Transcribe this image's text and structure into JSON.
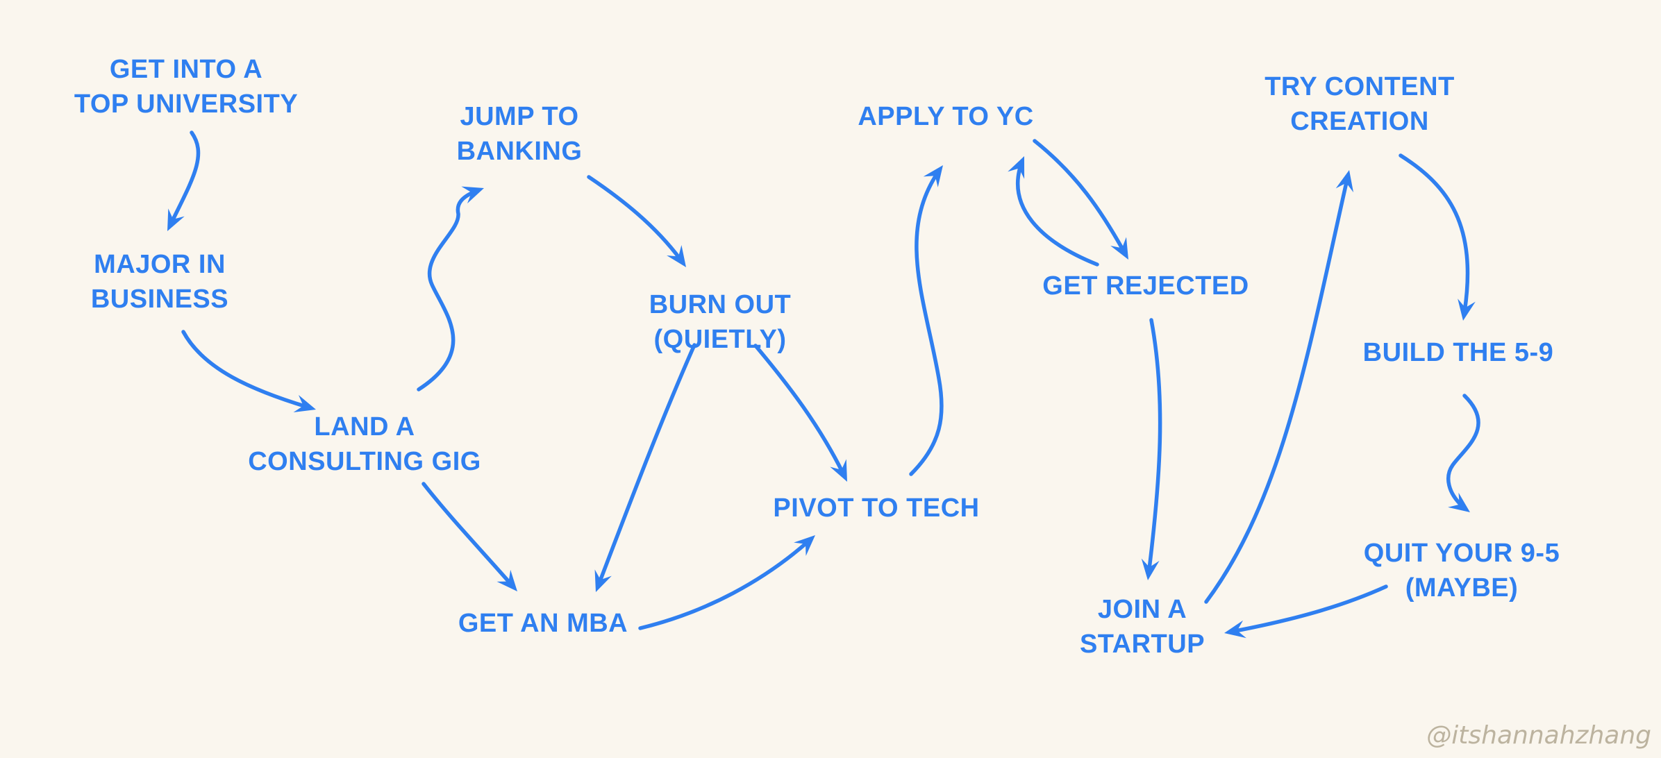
{
  "colors": {
    "accent": "#2f7ff0",
    "background": "#faf6ee",
    "watermark": "#bcb39f"
  },
  "nodes": [
    {
      "id": "university",
      "lines": [
        "GET INTO A",
        "TOP UNIVERSITY"
      ]
    },
    {
      "id": "business",
      "lines": [
        "MAJOR IN",
        "BUSINESS"
      ]
    },
    {
      "id": "consulting",
      "lines": [
        "LAND A",
        "CONSULTING GIG"
      ]
    },
    {
      "id": "banking",
      "lines": [
        "JUMP TO",
        "BANKING"
      ]
    },
    {
      "id": "burnout",
      "lines": [
        "BURN OUT",
        "(QUIETLY)"
      ]
    },
    {
      "id": "mba",
      "lines": [
        "GET AN MBA"
      ]
    },
    {
      "id": "tech",
      "lines": [
        "PIVOT TO TECH"
      ]
    },
    {
      "id": "yc",
      "lines": [
        "APPLY TO YC"
      ]
    },
    {
      "id": "rejected",
      "lines": [
        "GET REJECTED"
      ]
    },
    {
      "id": "startup",
      "lines": [
        "JOIN A",
        "STARTUP"
      ]
    },
    {
      "id": "content",
      "lines": [
        "TRY CONTENT",
        "CREATION"
      ]
    },
    {
      "id": "fivenine",
      "lines": [
        "BUILD THE 5-9"
      ]
    },
    {
      "id": "quit",
      "lines": [
        "QUIT YOUR 9-5",
        "(MAYBE)"
      ]
    }
  ],
  "edges": [
    {
      "from": "university",
      "to": "business"
    },
    {
      "from": "business",
      "to": "consulting"
    },
    {
      "from": "consulting",
      "to": "banking"
    },
    {
      "from": "consulting",
      "to": "mba"
    },
    {
      "from": "banking",
      "to": "burnout"
    },
    {
      "from": "burnout",
      "to": "mba"
    },
    {
      "from": "burnout",
      "to": "tech"
    },
    {
      "from": "mba",
      "to": "tech"
    },
    {
      "from": "tech",
      "to": "yc"
    },
    {
      "from": "yc",
      "to": "rejected"
    },
    {
      "from": "rejected",
      "to": "yc"
    },
    {
      "from": "rejected",
      "to": "startup"
    },
    {
      "from": "startup",
      "to": "content"
    },
    {
      "from": "content",
      "to": "fivenine"
    },
    {
      "from": "fivenine",
      "to": "quit"
    },
    {
      "from": "quit",
      "to": "startup"
    }
  ],
  "watermark": "@itshannahzhang"
}
